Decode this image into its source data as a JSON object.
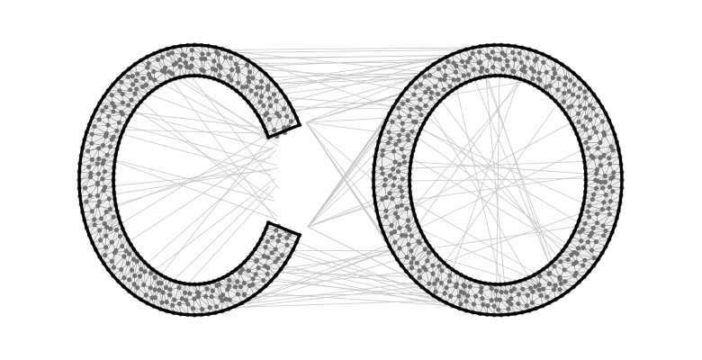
{
  "figure": {
    "description_type": "constrained-delaunay-triangulation",
    "glyphs": [
      {
        "id": "C",
        "shape": "open-annulus",
        "mesh": "dense-triangulated-band"
      },
      {
        "id": "O",
        "shape": "closed-annulus",
        "mesh": "dense-triangulated-band"
      }
    ],
    "colors": {
      "background": "#ffffff",
      "outline": "#000000",
      "interior_edges": "#c8c8c8",
      "band_edges": "#9a9a9a",
      "vertices": "#707070"
    }
  }
}
